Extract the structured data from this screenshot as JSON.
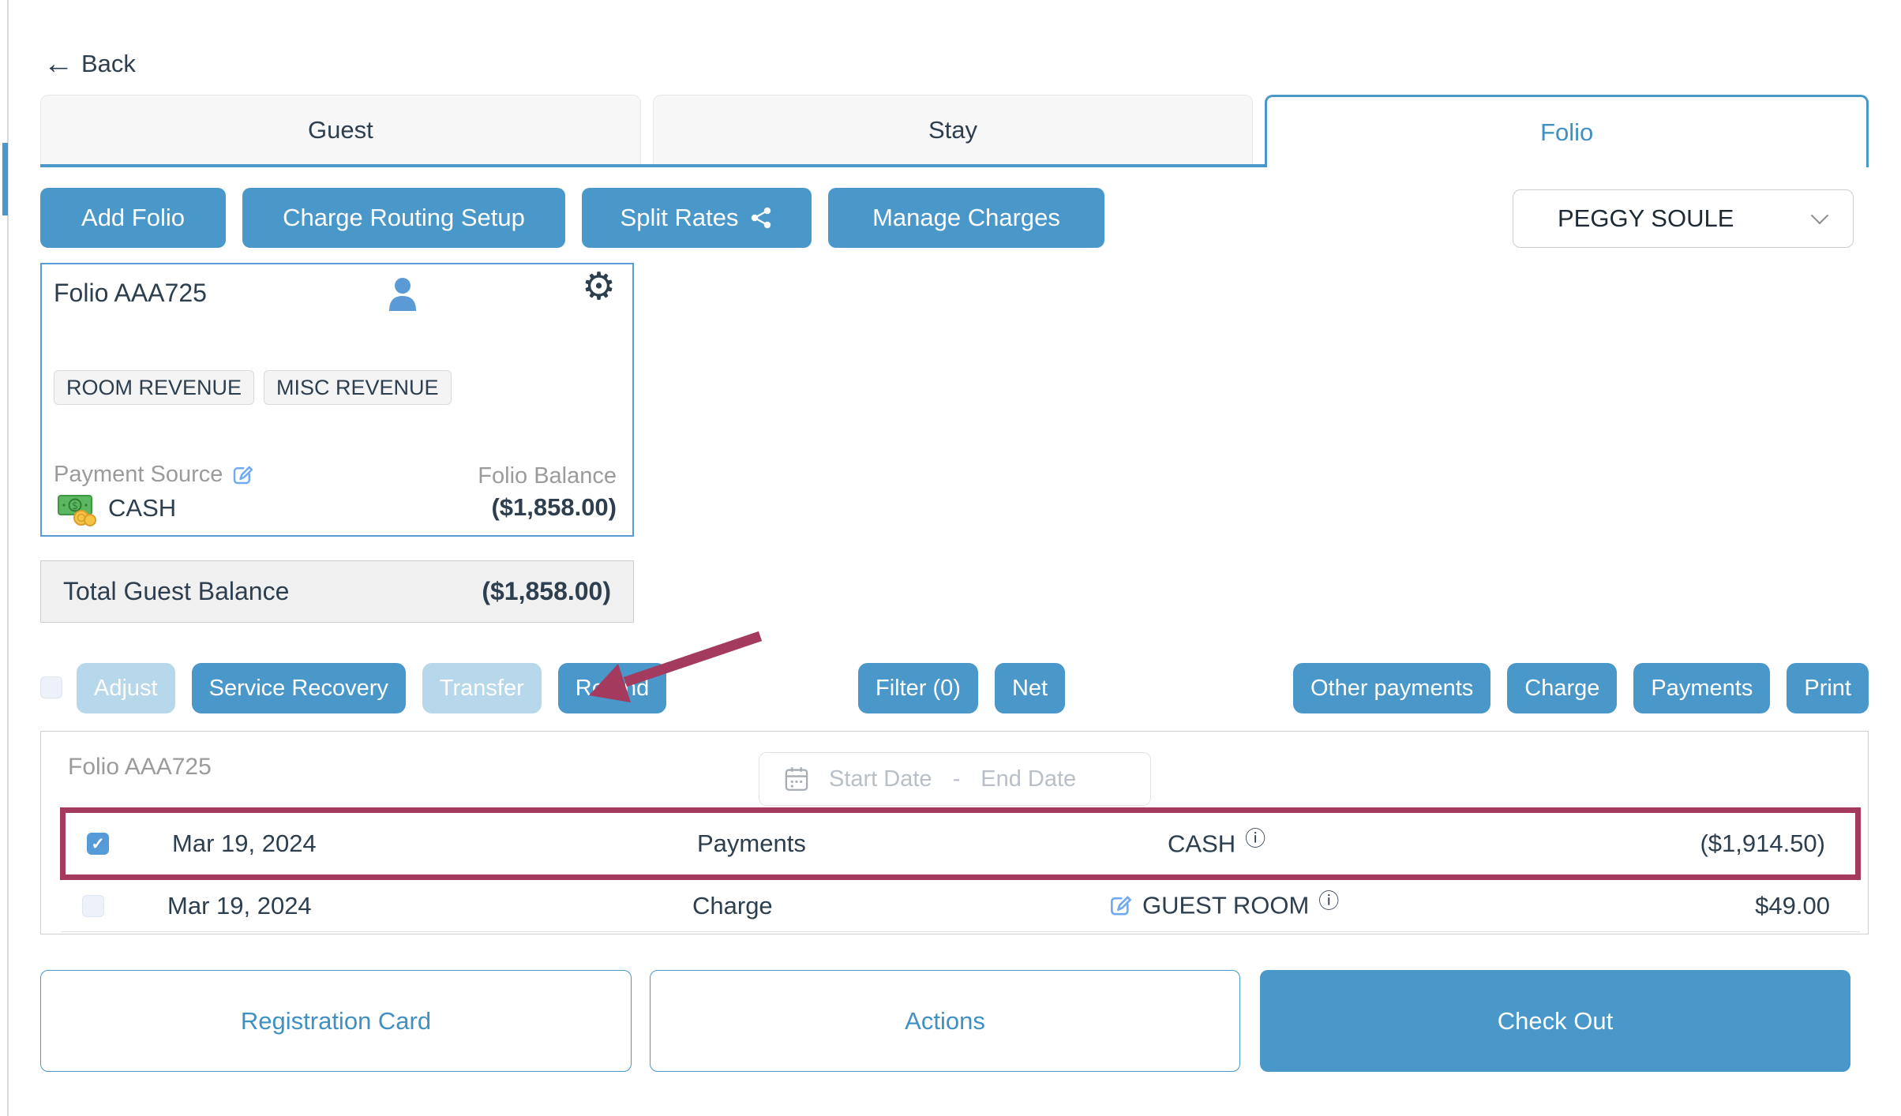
{
  "colors": {
    "primary": "#4a97c9",
    "primary_text": "#3f90c3",
    "disabled_button": "#b7d7eb",
    "dark_text": "#2d3e4f",
    "muted_text": "#9b9b9b",
    "annotation_arrow_and_highlight": "#a43a5d",
    "card_border": "#5b9bd5"
  },
  "back": {
    "label": "Back"
  },
  "tabs": [
    {
      "label": "Guest",
      "active": false
    },
    {
      "label": "Stay",
      "active": false
    },
    {
      "label": "Folio",
      "active": true
    }
  ],
  "toolbar": {
    "add_folio": "Add Folio",
    "charge_routing": "Charge Routing Setup",
    "split_rates": "Split Rates",
    "manage_charges": "Manage Charges"
  },
  "guest_selector": {
    "value": "PEGGY SOULE"
  },
  "folio_card": {
    "title": "Folio AAA725",
    "tags": [
      "ROOM REVENUE",
      "MISC REVENUE"
    ],
    "payment_source_label": "Payment Source",
    "payment_source_value": "CASH",
    "balance_label": "Folio Balance",
    "balance_value": "($1,858.00)"
  },
  "total_balance": {
    "label": "Total Guest Balance",
    "value": "($1,858.00)"
  },
  "actions": {
    "adjust": "Adjust",
    "service_recovery": "Service Recovery",
    "transfer": "Transfer",
    "refund": "Refund",
    "filter": "Filter (0)",
    "net": "Net",
    "other_payments": "Other payments",
    "charge": "Charge",
    "payments": "Payments",
    "print": "Print"
  },
  "ledger": {
    "title": "Folio AAA725",
    "date_filter": {
      "start": "Start Date",
      "separator": "-",
      "end": "End Date"
    },
    "rows": [
      {
        "date": "Mar 19, 2024",
        "type": "Payments",
        "description": "CASH",
        "amount": "($1,914.50)",
        "checked": true,
        "highlighted": true
      },
      {
        "date": "Mar 19, 2024",
        "type": "Charge",
        "description": "GUEST ROOM",
        "amount": "$49.00",
        "checked": false,
        "highlighted": false
      }
    ]
  },
  "footer": {
    "registration_card": "Registration Card",
    "actions": "Actions",
    "check_out": "Check Out"
  },
  "icons": {
    "back_arrow": "←",
    "gear": "⚙",
    "info": "ⓘ",
    "check": "✓",
    "person": "svg-person-silhouette",
    "edit": "svg-edit-pencil-square",
    "cash": "svg-cash-bill-coins",
    "calendar": "svg-calendar",
    "share": "svg-share-nodes",
    "chevron_down": "css-chevron"
  }
}
